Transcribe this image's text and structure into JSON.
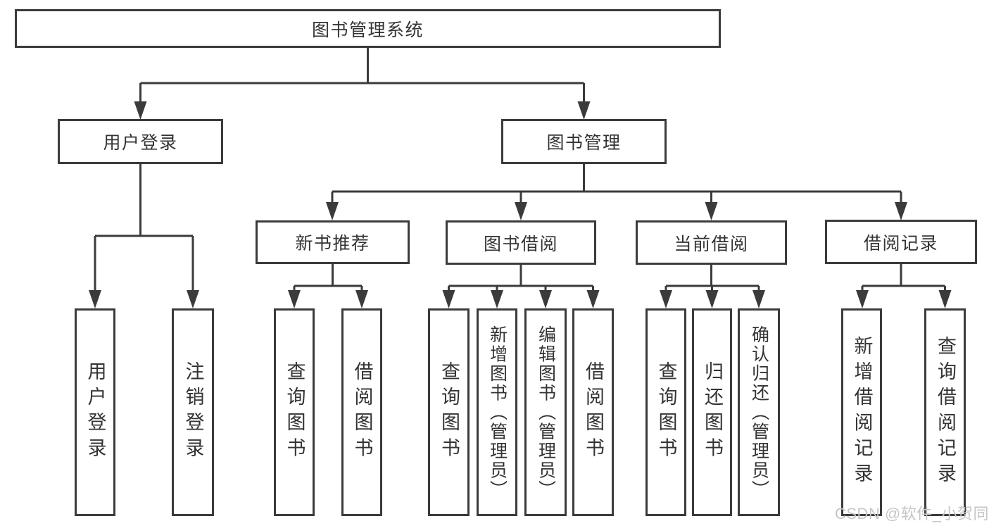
{
  "diagram": {
    "title": "图书管理系统",
    "level2": {
      "user_login": "用户登录",
      "book_mgmt": "图书管理"
    },
    "level3": {
      "new_books": "新书推荐",
      "borrow": "图书借阅",
      "current": "当前借阅",
      "records": "借阅记录"
    },
    "leaves": {
      "user_login": "用户登录",
      "logout": "注销登录",
      "nb_query": "查询图书",
      "nb_borrow": "借阅图书",
      "bb_query": "查询图书",
      "bb_add": "新增图书（管理员）",
      "bb_edit": "编辑图书（管理员）",
      "bb_borrow": "借阅图书",
      "cb_query": "查询图书",
      "cb_return": "归还图书",
      "cb_confirm": "确认归还（管理员）",
      "rec_add": "新增借阅记录",
      "rec_query": "查询借阅记录"
    }
  },
  "watermark": {
    "text": "CSDN @软件_小贺同学",
    "color": "#c6c6c6"
  },
  "colors": {
    "line": "#3b3b3b",
    "text": "#333333",
    "background": "#ffffff"
  }
}
